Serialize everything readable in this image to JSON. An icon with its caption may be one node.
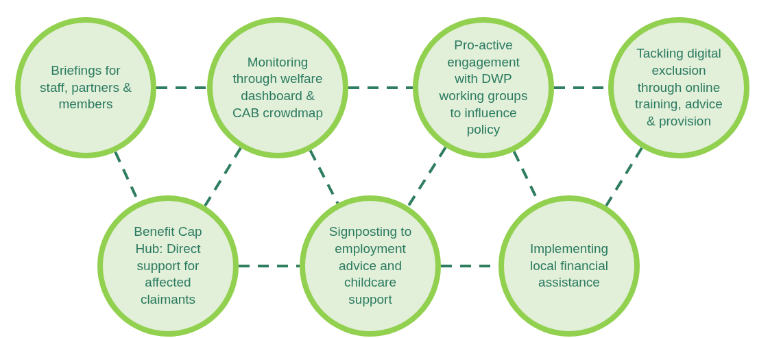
{
  "diagram": {
    "nodes": [
      {
        "text": [
          "Briefings for staff, partners & members"
        ]
      },
      {
        "text": [
          "Monitoring through welfare dashboard & CAB crowdmap"
        ]
      },
      {
        "text": [
          "Pro-active engagement with DWP working groups to influence policy"
        ]
      },
      {
        "text": [
          "Tackling digital exclusion through online training, advice & provision"
        ]
      },
      {
        "text": [
          "Benefit Cap Hub: Direct support for affected claimants"
        ]
      },
      {
        "text": [
          "Signposting to employment advice and childcare support"
        ]
      },
      {
        "text": [
          "Implementing local financial assistance"
        ]
      }
    ],
    "edges": [
      {
        "from": 0,
        "to": 1,
        "arrow": "none",
        "style": "dashed"
      },
      {
        "from": 1,
        "to": 2,
        "arrow": "none",
        "style": "dashed"
      },
      {
        "from": 2,
        "to": 3,
        "arrow": "none",
        "style": "dashed"
      },
      {
        "from": 0,
        "to": 4,
        "arrow": "none",
        "style": "dashed"
      },
      {
        "from": 1,
        "to": 4,
        "arrow": "none",
        "style": "dashed"
      },
      {
        "from": 1,
        "to": 5,
        "arrow": "none",
        "style": "dashed"
      },
      {
        "from": 2,
        "to": 5,
        "arrow": "none",
        "style": "dashed"
      },
      {
        "from": 2,
        "to": 6,
        "arrow": "none",
        "style": "dashed"
      },
      {
        "from": 3,
        "to": 6,
        "arrow": "none",
        "style": "dashed"
      },
      {
        "from": 4,
        "to": 5,
        "arrow": "none",
        "style": "dashed"
      },
      {
        "from": 5,
        "to": 6,
        "arrow": "none",
        "style": "dashed"
      }
    ]
  }
}
